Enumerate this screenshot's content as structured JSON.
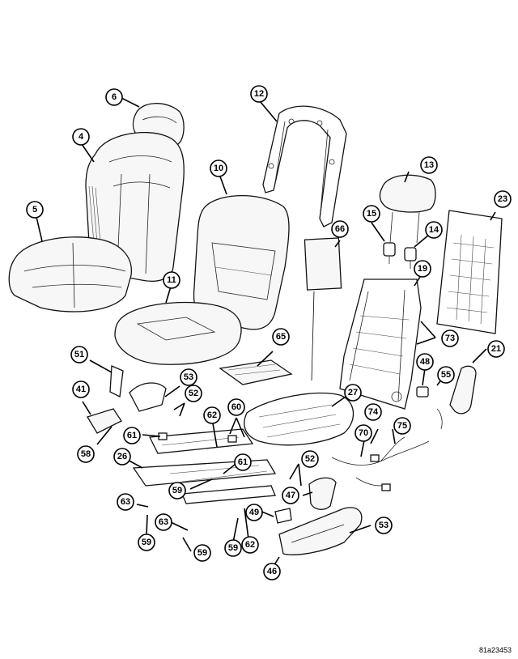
{
  "figure_code": "81a23453",
  "callouts": [
    "6",
    "4",
    "5",
    "12",
    "10",
    "11",
    "13",
    "15",
    "14",
    "23",
    "66",
    "19",
    "65",
    "73",
    "51",
    "53",
    "52",
    "41",
    "21",
    "48",
    "55",
    "27",
    "60",
    "58",
    "61",
    "62",
    "74",
    "75",
    "70",
    "26",
    "61",
    "59",
    "52",
    "47",
    "63",
    "49",
    "59",
    "63",
    "53",
    "59",
    "59",
    "62",
    "46"
  ]
}
